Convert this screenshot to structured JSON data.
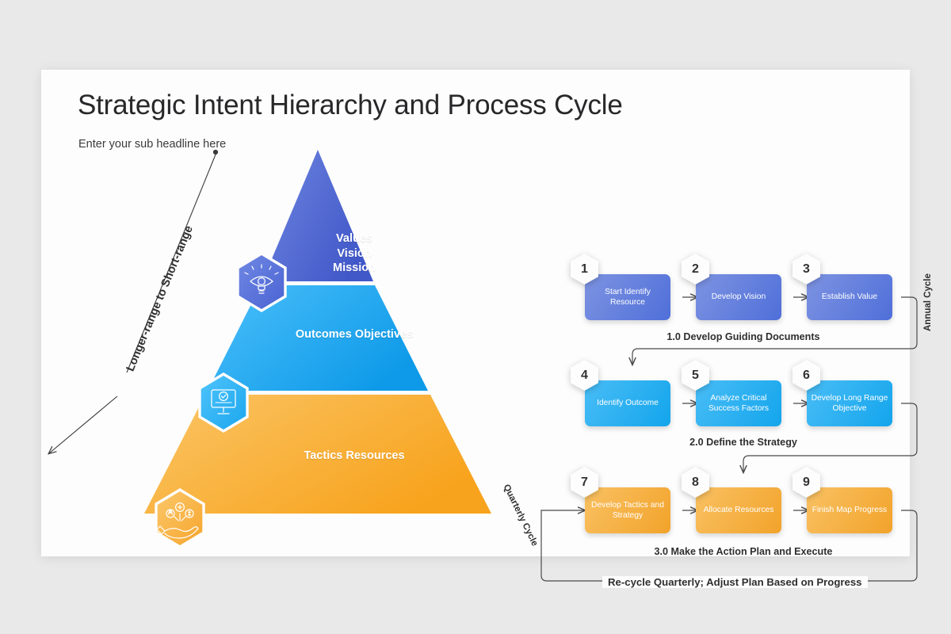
{
  "slide": {
    "title": "Strategic Intent Hierarchy and Process Cycle",
    "subtitle": "Enter your sub headline here"
  },
  "pyramid": {
    "diagonal_label": "Longer-range to Short-range",
    "tiers": [
      {
        "id": "top",
        "label": "Values\nVision\nMission",
        "line1": "Values",
        "line2": "Vision",
        "line3": "Mission",
        "icon": "lightbulb-eye-icon",
        "color": "#5b72d6"
      },
      {
        "id": "middle",
        "label": "Outcomes Objectives",
        "icon": "monitor-check-icon",
        "color": "#36b3f2"
      },
      {
        "id": "bottom",
        "label": "Tactics Resources",
        "icon": "hand-resources-icon",
        "color": "#f7b23f"
      }
    ]
  },
  "cycle": {
    "annual_label": "Annual Cycle",
    "quarterly_label": "Quarterly Cycle",
    "recycle_label": "Re-cycle Quarterly; Adjust Plan Based on Progress",
    "rows": [
      {
        "phase": "1.0 Develop Guiding Documents",
        "steps": [
          {
            "number": "1",
            "label": "Start Identify Resource"
          },
          {
            "number": "2",
            "label": "Develop Vision"
          },
          {
            "number": "3",
            "label": "Establish Value"
          }
        ]
      },
      {
        "phase": "2.0 Define the Strategy",
        "steps": [
          {
            "number": "4",
            "label": "Identify Outcome"
          },
          {
            "number": "5",
            "label": "Analyze Critical Success Factors"
          },
          {
            "number": "6",
            "label": "Develop Long Range Objective"
          }
        ]
      },
      {
        "phase": "3.0 Make the Action Plan and Execute",
        "steps": [
          {
            "number": "7",
            "label": "Develop Tactics and Strategy"
          },
          {
            "number": "8",
            "label": "Allocate Resources"
          },
          {
            "number": "9",
            "label": "Finish Map Progress"
          }
        ]
      }
    ]
  }
}
